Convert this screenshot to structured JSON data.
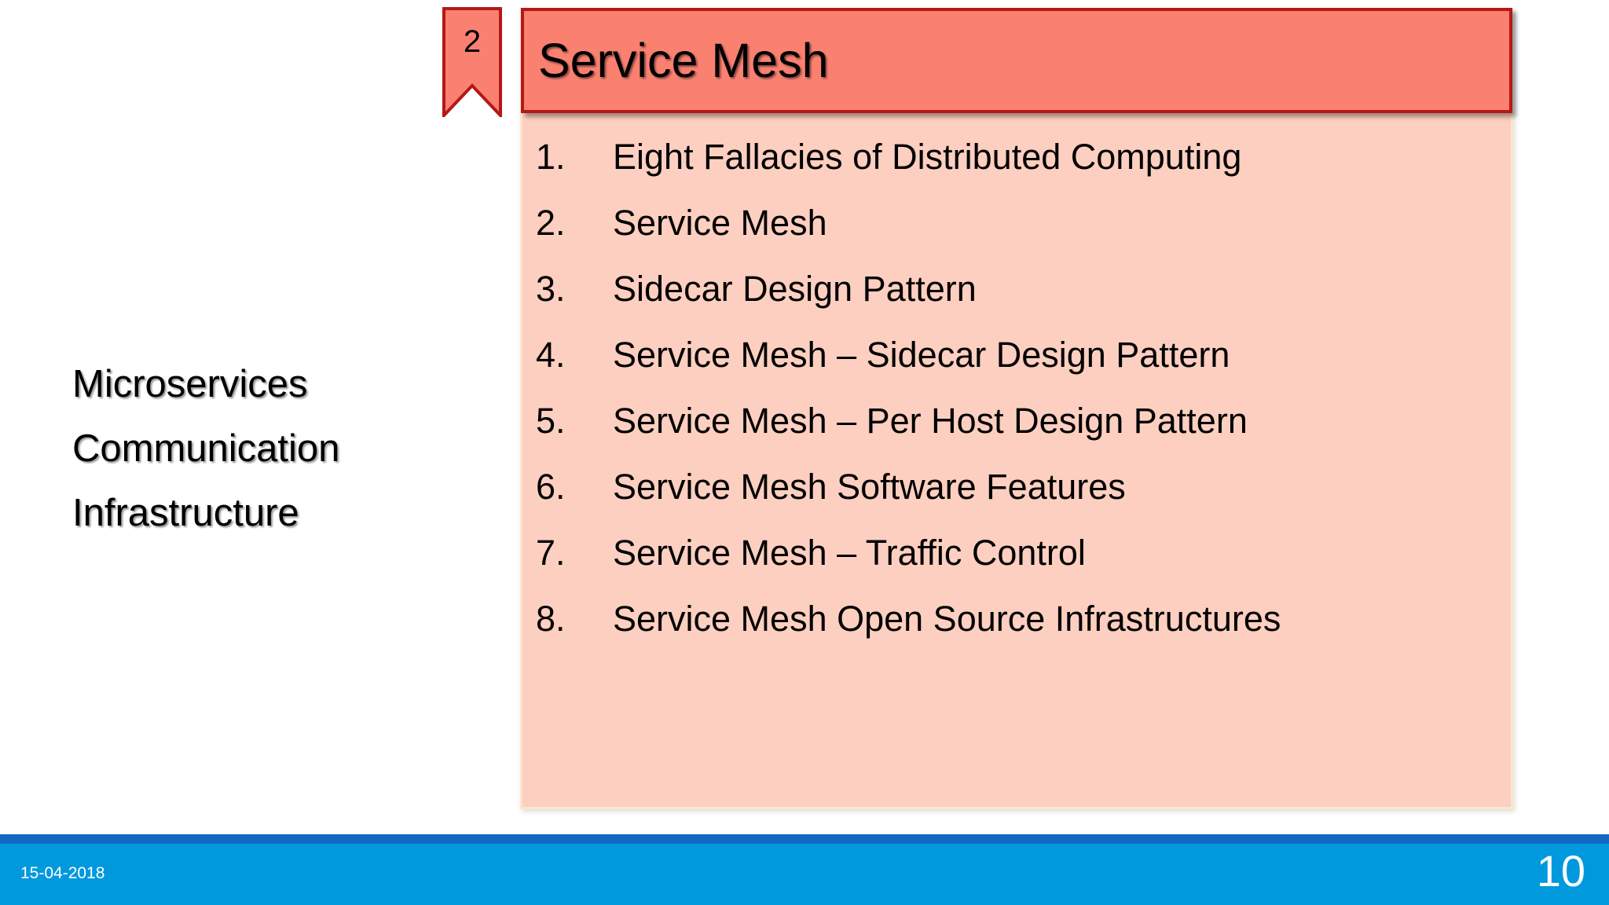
{
  "slide": {
    "left_title": "Microservices\nCommunication\nInfrastructure",
    "background_color": "#FFFFFF"
  },
  "ribbon": {
    "number": "2",
    "fill_color": "#FA8070",
    "border_color": "#B41818",
    "icon_name": "bookmark-ribbon-icon"
  },
  "header": {
    "title": "Service Mesh",
    "fill_color": "#FA8070",
    "border_color": "#B41818"
  },
  "content_panel": {
    "fill_color": "#FCCFC0",
    "border_color": "#FDE6C8"
  },
  "agenda": {
    "items": [
      {
        "num": "1.",
        "text": "Eight Fallacies of Distributed Computing"
      },
      {
        "num": "2.",
        "text": "Service Mesh"
      },
      {
        "num": "3.",
        "text": "Sidecar Design Pattern"
      },
      {
        "num": "4.",
        "text": "Service Mesh – Sidecar Design Pattern"
      },
      {
        "num": "5.",
        "text": "Service Mesh – Per Host Design Pattern"
      },
      {
        "num": "6.",
        "text": "Service Mesh Software Features"
      },
      {
        "num": "7.",
        "text": "Service Mesh – Traffic Control"
      },
      {
        "num": "8.",
        "text": "Service Mesh Open Source Infrastructures"
      }
    ]
  },
  "footer": {
    "date": "15-04-2018",
    "page_number": "10",
    "bar_color": "#0099DD",
    "stripe_color": "#1268C3",
    "text_color": "#FFFFFF"
  }
}
